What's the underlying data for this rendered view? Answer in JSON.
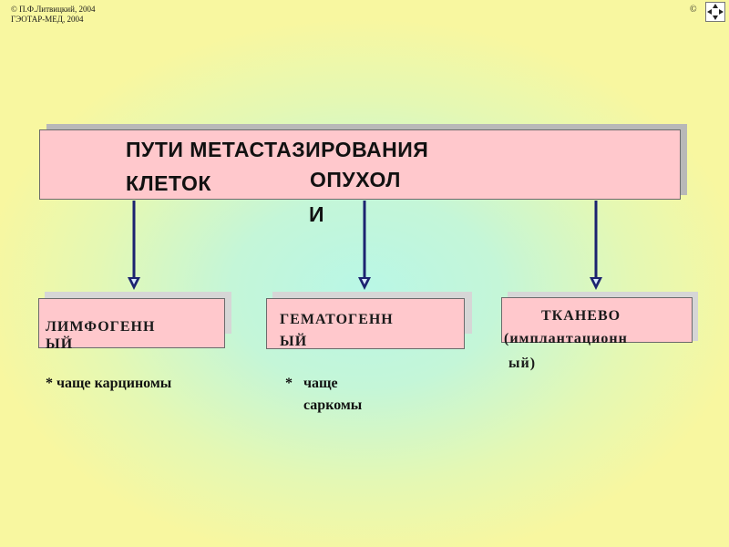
{
  "copyright": {
    "line1": "© П.Ф.Литвицкий, 2004",
    "line2": "ГЭОТАР-МЕД, 2004",
    "right_symbol": "©"
  },
  "title": {
    "line1": "ПУТИ   МЕТАСТАЗИРОВАНИЯ",
    "line2_a": "КЛЕТОК",
    "line2_b": "ОПУХОЛ",
    "line3": "И"
  },
  "types": [
    {
      "line1": "ЛИМФОГЕНН",
      "line2": "ЫЙ",
      "note_star": "*",
      "note_line1": "чаще карциномы",
      "note_line2": ""
    },
    {
      "line1": "ГЕМАТОГЕНН",
      "line2": "ЫЙ",
      "note_star": "*",
      "note_line1": "чаще",
      "note_line2": "саркомы"
    },
    {
      "line1": "ТКАНЕВО",
      "line2": "(имплантационн",
      "line3": "ый)"
    }
  ],
  "colors": {
    "box_fill": "#ffc8cc",
    "arrow": "#1c2370",
    "background_center": "#b9f7e6",
    "background_edge": "#f8f7a0"
  },
  "icons": {
    "nav": "move-arrows-icon"
  }
}
